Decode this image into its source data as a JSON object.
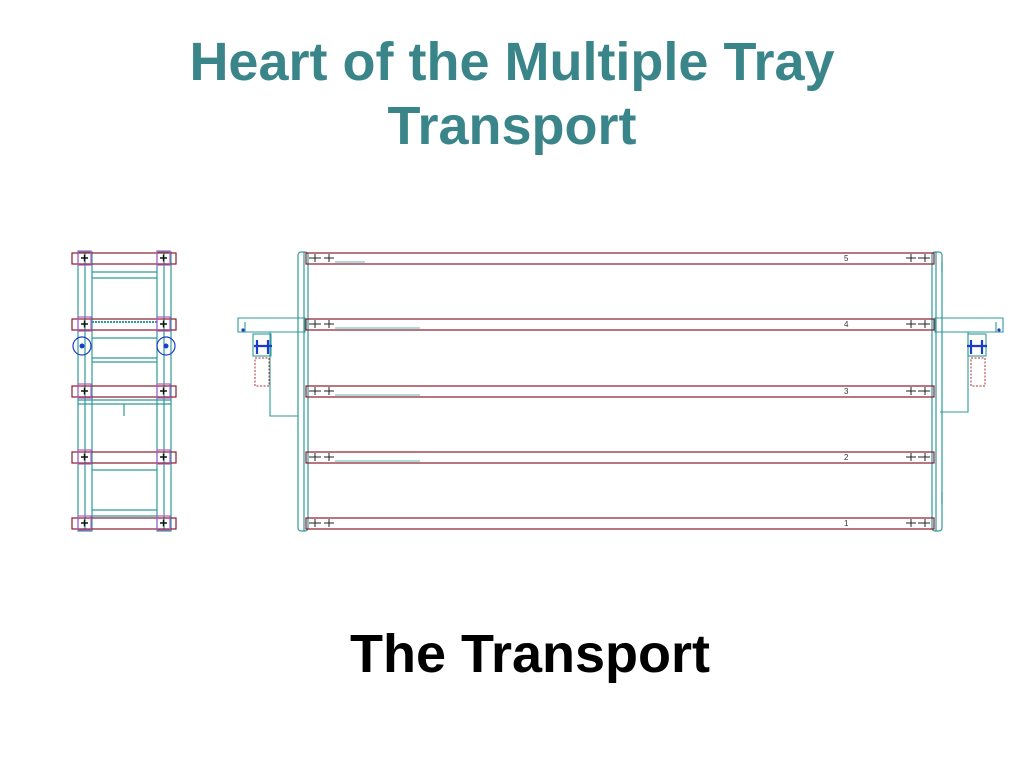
{
  "slide": {
    "title_line1": "Heart of the Multiple Tray",
    "title_line2": "Transport",
    "caption": "The Transport"
  },
  "diagram": {
    "tray_labels": [
      "5",
      "4",
      "3",
      "2",
      "1"
    ],
    "colors": {
      "title": "#3a8589",
      "frame": "#2e9a9a",
      "tray": "#8b1c2a",
      "bracket": "#b05cc8",
      "mechanism": "#1a3cc8",
      "hatch": "#b03030"
    }
  }
}
